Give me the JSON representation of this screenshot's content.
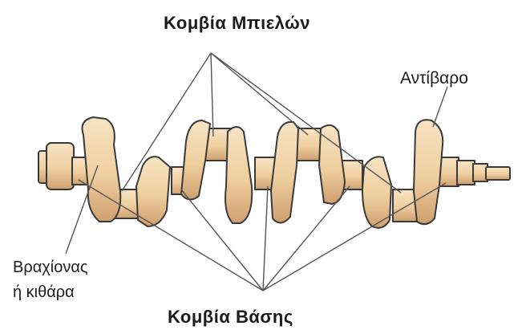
{
  "labels": {
    "crank_pins": "Κομβία Μπιελών",
    "counterweight": "Αντίβαρο",
    "web_line1": "Βραχίονας",
    "web_line2": "ή κιθάρα",
    "main_journals": "Κομβία Βάσης"
  },
  "colors": {
    "metal_fill": "#f3d8b0",
    "metal_shade": "#c99a6a",
    "outline": "#3a3a3a",
    "leader_line": "#555555"
  }
}
